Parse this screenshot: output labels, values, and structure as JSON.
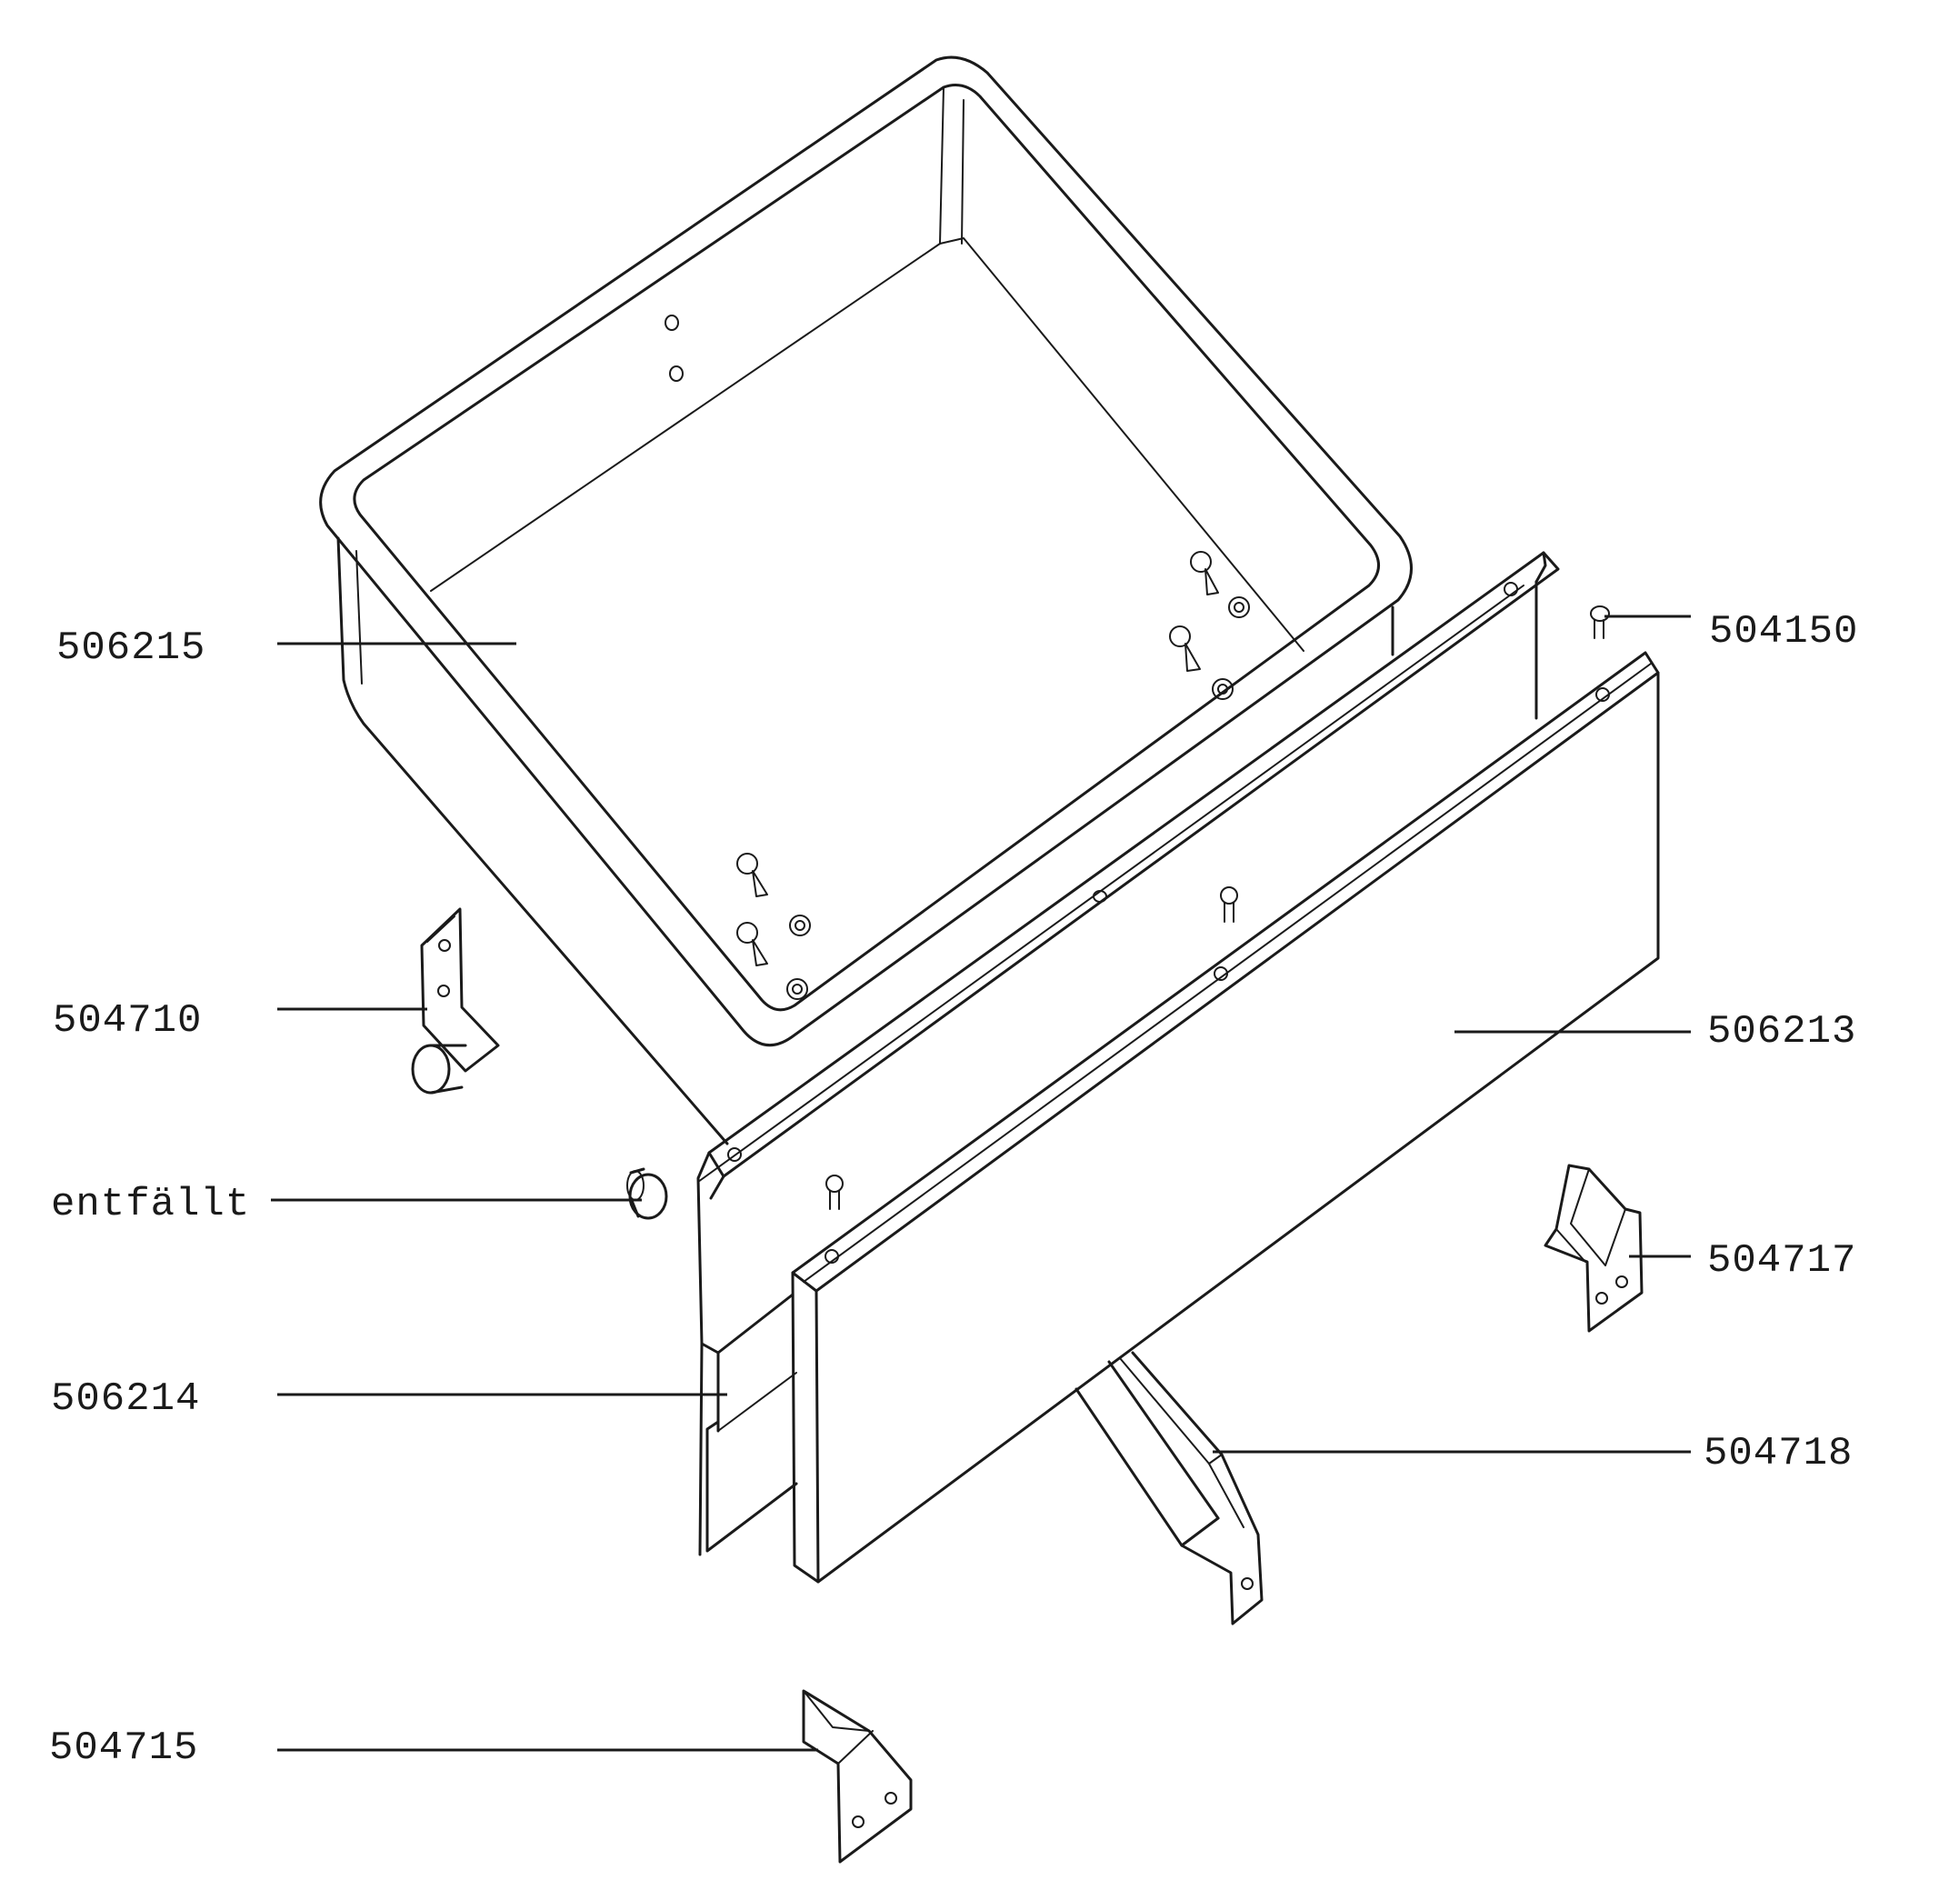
{
  "labels": {
    "tub": "506215",
    "pin": "504150",
    "caster_bracket": "504710",
    "front_panel": "506213",
    "knob": "entfällt",
    "bracket_right": "504717",
    "rear_panel": "506214",
    "rail": "504718",
    "bracket_bottom": "504715"
  }
}
